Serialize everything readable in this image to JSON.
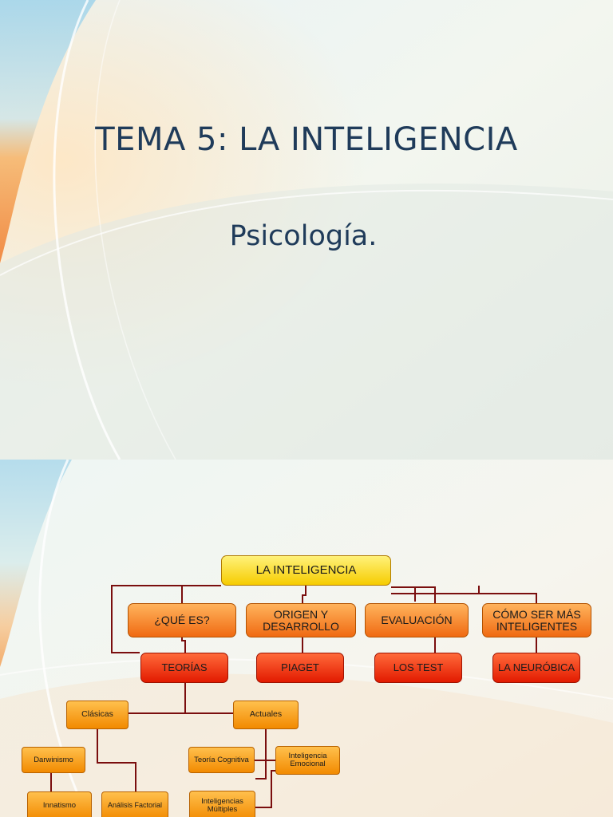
{
  "slide1": {
    "title": "TEMA 5: LA INTELIGENCIA",
    "subtitle": "Psicología."
  },
  "slide2": {
    "root": "LA INTELIGENCIA",
    "branches": {
      "que_es": "¿QUÉ ES?",
      "origen": "ORIGEN Y DESARROLLO",
      "evaluacion": "EVALUACIÓN",
      "como": "CÓMO SER MÁS INTELIGENTES"
    },
    "leaves": {
      "teorias": "TEORÍAS",
      "piaget": "PIAGET",
      "test": "LOS TEST",
      "neurobica": "LA NEURÓBICA"
    },
    "sub": {
      "clasicas": "Clásicas",
      "actuales": "Actuales",
      "darwinismo": "Darwinismo",
      "innatismo": "Innatismo",
      "analisis": "Análisis Factorial",
      "cognitiva": "Teoría Cognitiva",
      "emocional": "Inteligencia Emocional",
      "multiples": "Inteligencias Múltiples"
    },
    "colors": {
      "line": "#7a0e0e"
    }
  }
}
